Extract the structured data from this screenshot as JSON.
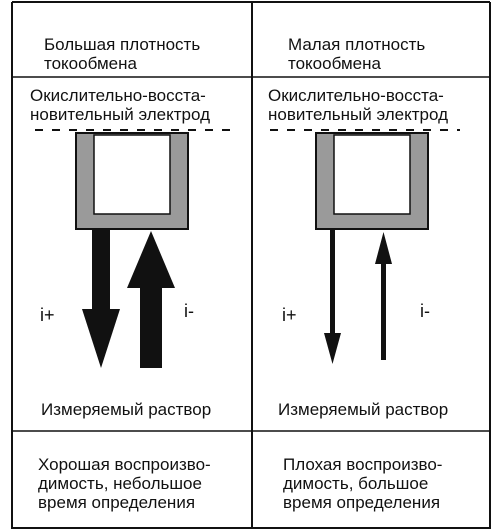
{
  "columns": [
    {
      "header": "Большая плотность\nтокообмена",
      "electrode_label": "Окислительно-восста-\nновительный электрод",
      "current_plus": "i+",
      "current_minus": "i-",
      "solution_label": "Измеряемый раствор",
      "result": "Хорошая воспроизво-\nдимость, небольшое\nвремя определения"
    },
    {
      "header": "Малая плотность\nтокообмена",
      "electrode_label": "Окислительно-восста-\nновительный электрод",
      "current_plus": "i+",
      "current_minus": "i-",
      "solution_label": "Измеряемый раствор",
      "result": "Плохая воспроизво-\nдимость, большое\nвремя определения"
    }
  ],
  "colors": {
    "line": "#111111",
    "electrode_fill": "#9a9a9a"
  }
}
